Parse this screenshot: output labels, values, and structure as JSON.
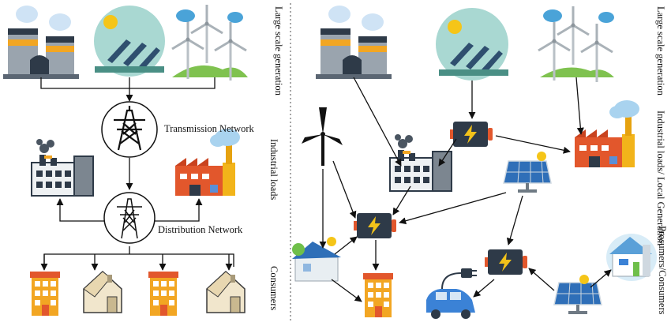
{
  "left": {
    "labels": {
      "transmission": "Transmission Network",
      "distribution": "Distribution Network",
      "large_scale": "Large scale generation",
      "industrial": "Industrial loads",
      "consumers": "Consumers"
    }
  },
  "right": {
    "labels": {
      "large_scale": "Large scale generation",
      "industrial": "Industrial loads/ Local Generation",
      "prosumers": "Prosumers/Consumers"
    }
  }
}
